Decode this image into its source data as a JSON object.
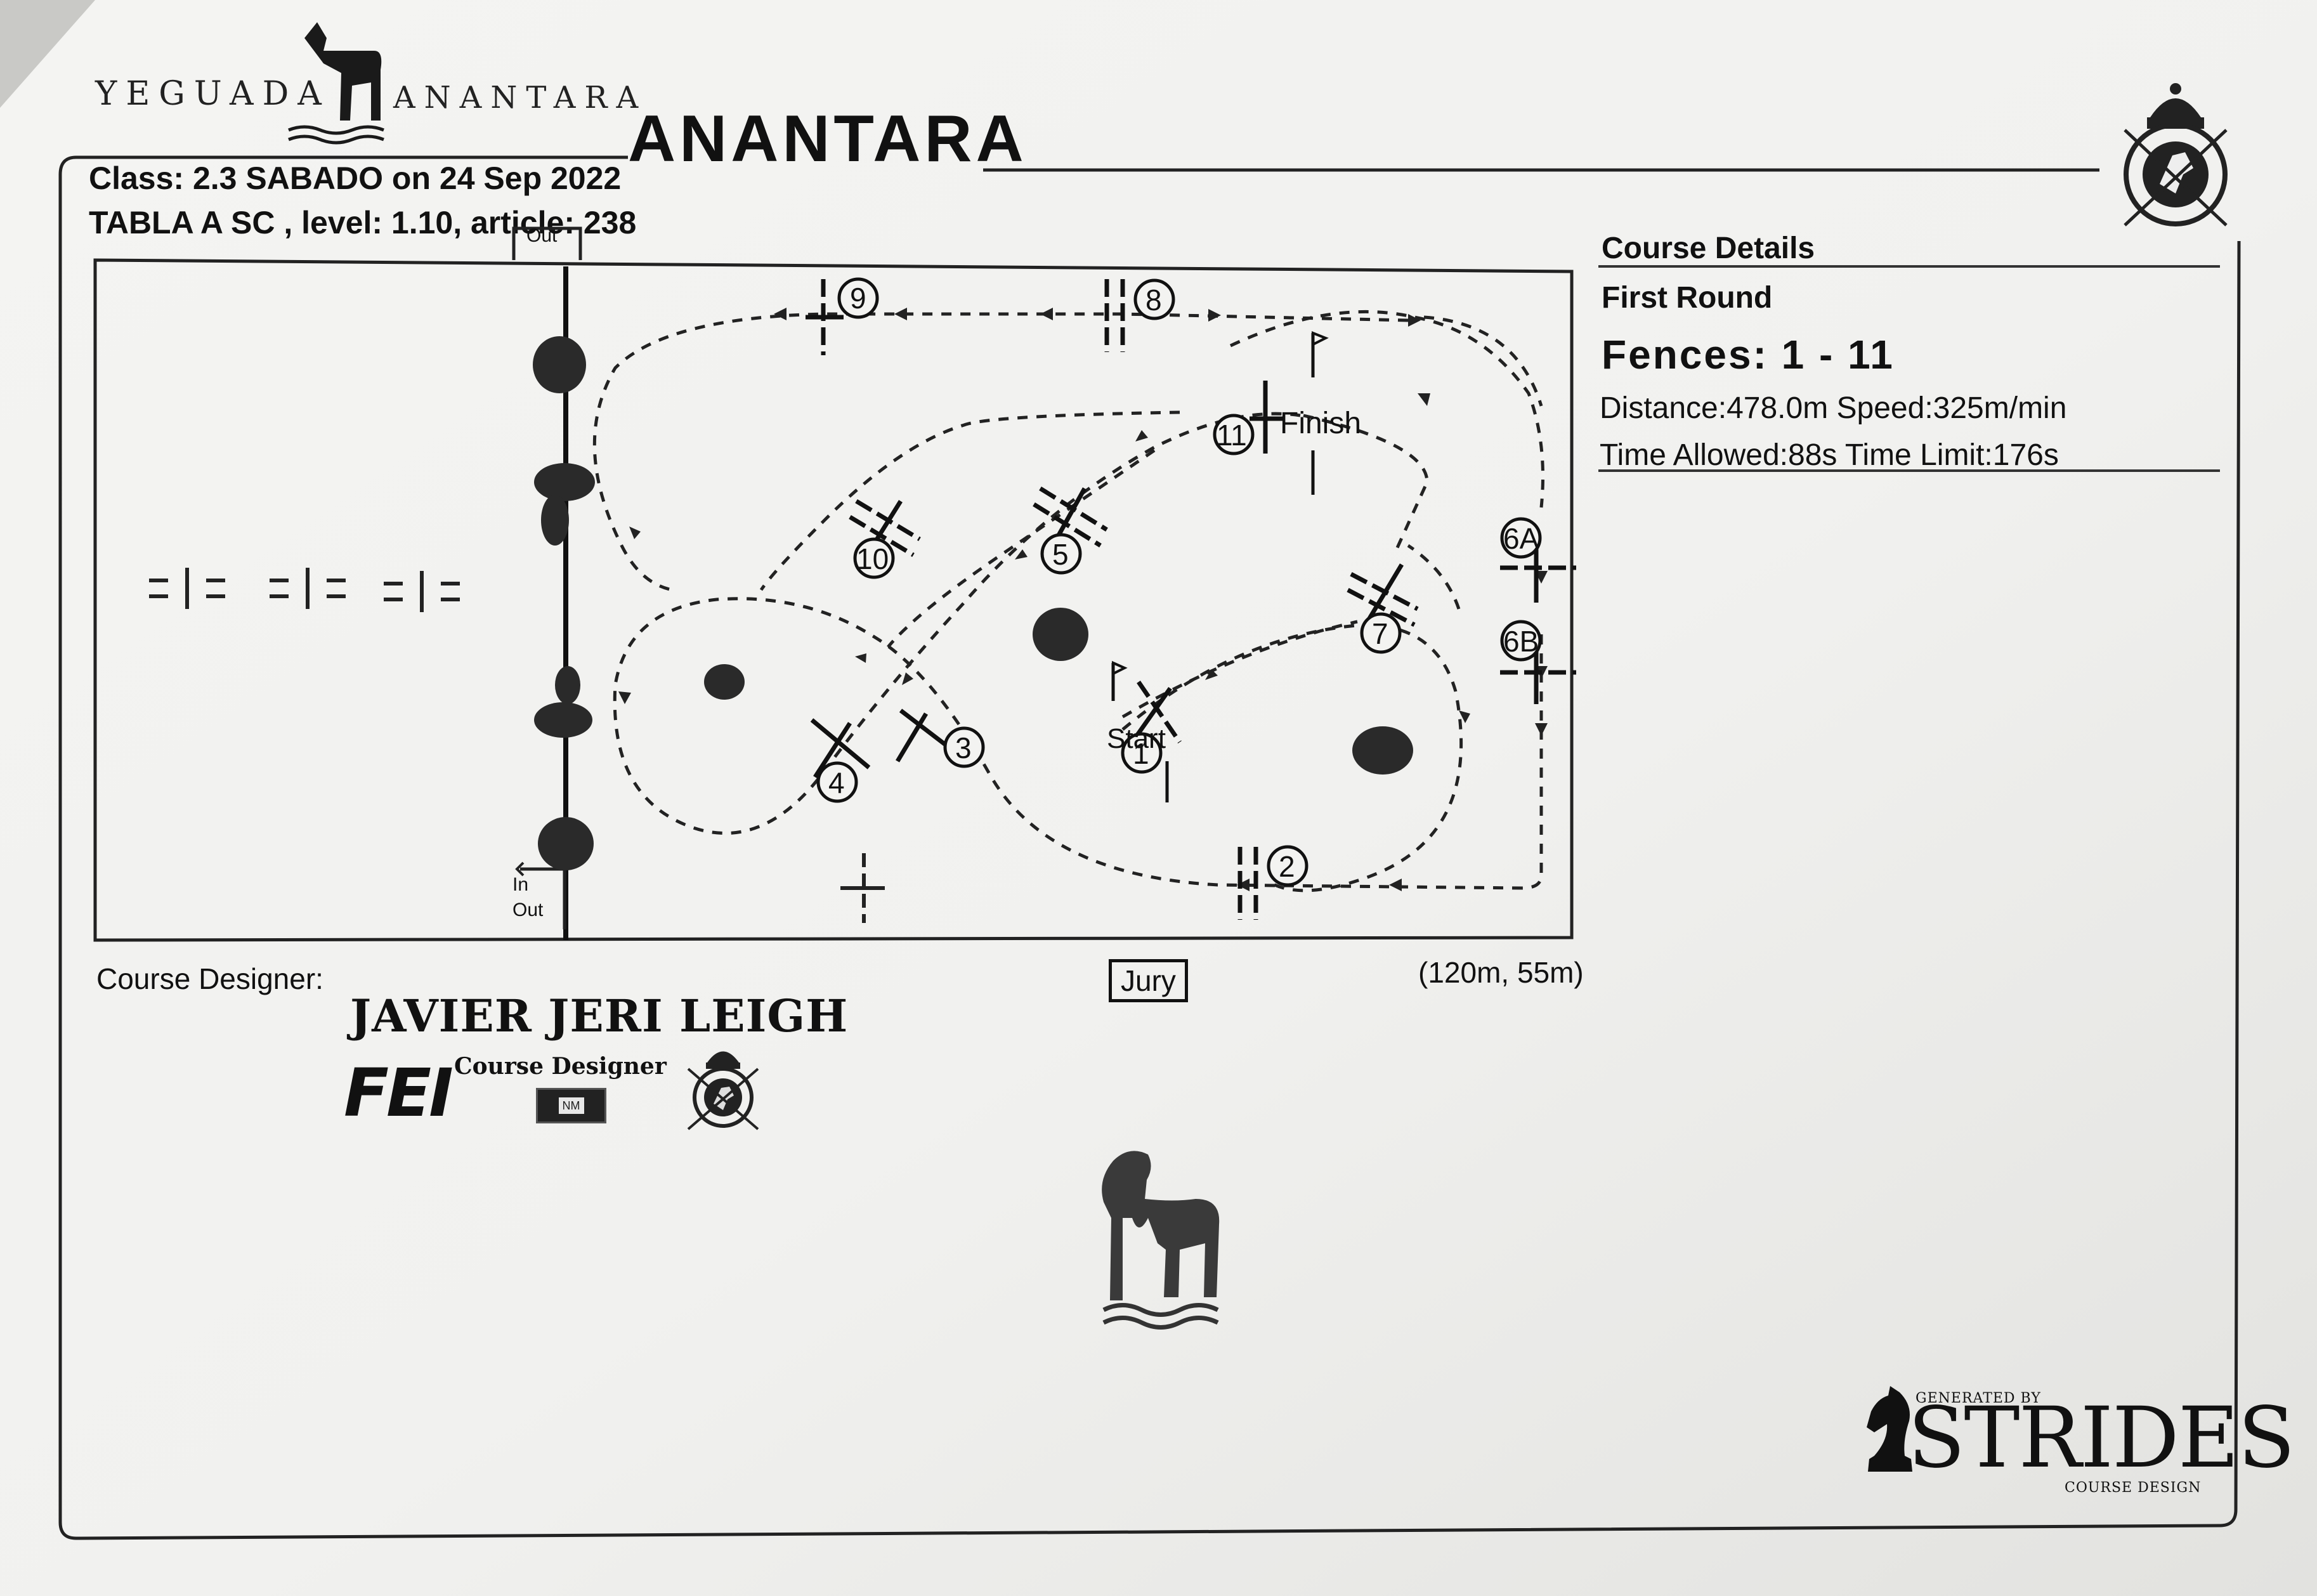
{
  "header": {
    "logo_left_text": "YEGUADA",
    "logo_right_text": "ANANTARA",
    "event_title": "ANANTARA"
  },
  "class_info": {
    "line1": "Class: 2.3 SABADO on 24 Sep 2022",
    "line2": "TABLA A SC , level: 1.10, article: 238"
  },
  "course_details": {
    "heading": "Course Details",
    "round": "First Round",
    "fences": "Fences: 1 - 11",
    "distance_speed": "Distance:478.0m Speed:325m/min",
    "time": "Time Allowed:88s Time Limit:176s"
  },
  "arena": {
    "gate_top_label": "Out",
    "gate_bottom_in": "In",
    "gate_bottom_out": "Out",
    "start_label": "Start",
    "finish_label": "Finish",
    "fence_numbers": [
      "1",
      "2",
      "3",
      "4",
      "5",
      "6A",
      "6B",
      "7",
      "8",
      "9",
      "10",
      "11"
    ]
  },
  "footer": {
    "course_designer_label": "Course Designer:",
    "jury_label": "Jury",
    "dimensions": "(120m, 55m)",
    "designer_name": "JAVIER JERI LEIGH",
    "fei_text": "FEI",
    "designer_badge": "Course Designer",
    "flag_text": "NM",
    "generated_by": "GENERATED BY",
    "strides_brand": "STRIDES",
    "strides_sub": "COURSE DESIGN"
  },
  "colors": {
    "ink": "#111111",
    "paper": "#f3f3f1",
    "shrub": "#2a2a2a",
    "dashed_path": "#222222"
  },
  "icons": [
    "horse-logo-icon",
    "federation-crest-icon",
    "fei-logo-icon",
    "chess-knight-icon",
    "flag-icon"
  ]
}
